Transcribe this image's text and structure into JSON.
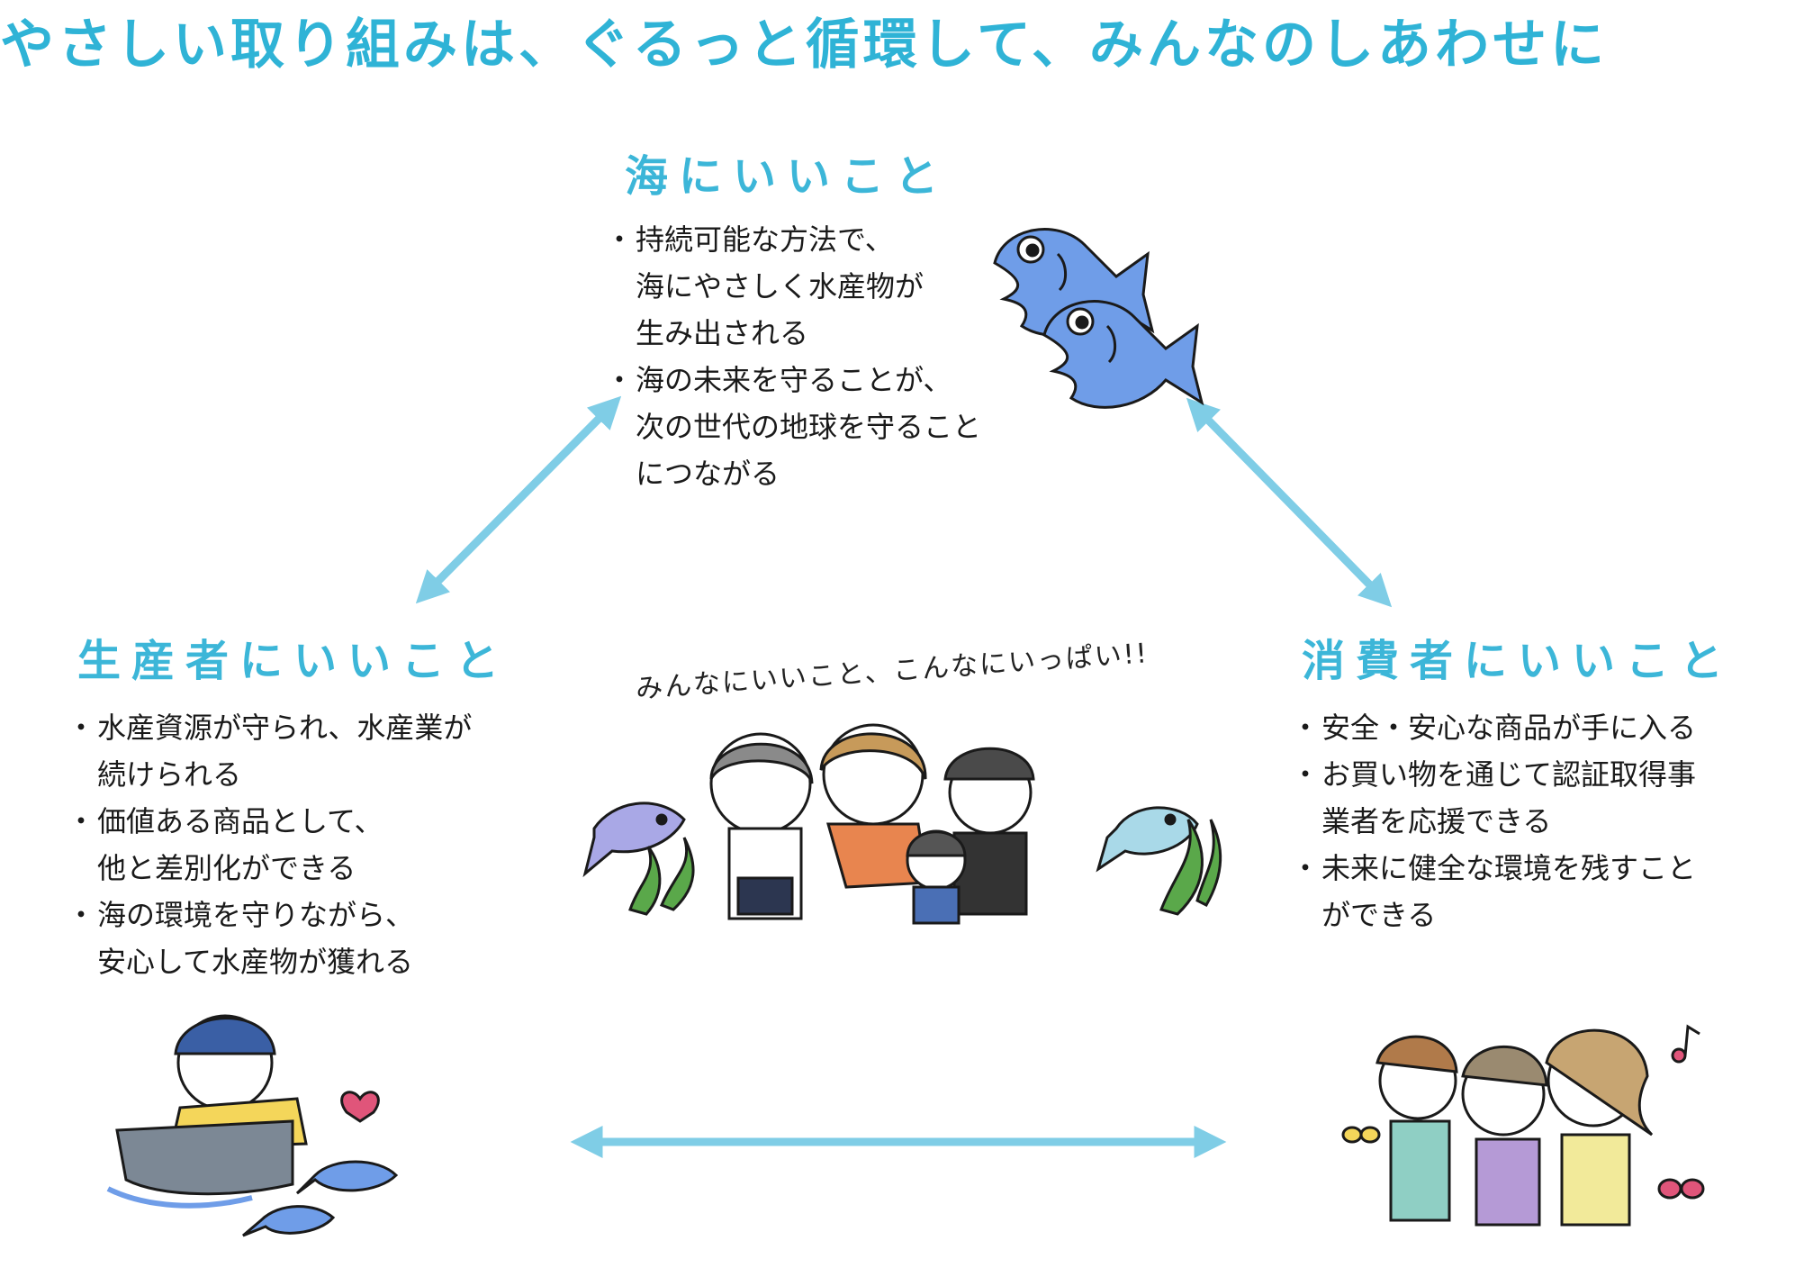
{
  "headline": "やさしい取り組みは、ぐるっと循環して、みんなのしあわせに",
  "sea": {
    "title": "海にいいこと",
    "items": [
      "持続可能な方法で、\n海にやさしく水産物が\n生み出される",
      "海の未来を守ることが、\n次の世代の地球を守ること\nにつながる"
    ]
  },
  "producer": {
    "title": "生産者にいいこと",
    "items": [
      "水産資源が守られ、水産業が\n続けられる",
      "価値ある商品として、\n他と差別化ができる",
      "海の環境を守りながら、\n安心して水産物が獲れる"
    ]
  },
  "consumer": {
    "title": "消費者にいいこと",
    "items": [
      "安全・安心な商品が手に入る",
      "お買い物を通じて認証取得事\n業者を応援できる",
      "未来に健全な環境を残すこと\nができる"
    ]
  },
  "center_caption": "みんなにいいこと、こんなにいっぱい!!",
  "colors": {
    "accent": "#3cb6d8",
    "arrow": "#7fcde6",
    "fish_blue": "#6f9de8",
    "fish_light": "#a9d9e8",
    "seaweed": "#5aa84a",
    "shirt_orange": "#e8854f",
    "shirt_yellow": "#f4d65a",
    "boat": "#7c8895",
    "heart": "#e0557a"
  },
  "icons": [
    "fish-icon",
    "boat-icon",
    "heart-icon",
    "butterfly-icon",
    "music-note-icon",
    "seaweed-icon"
  ]
}
